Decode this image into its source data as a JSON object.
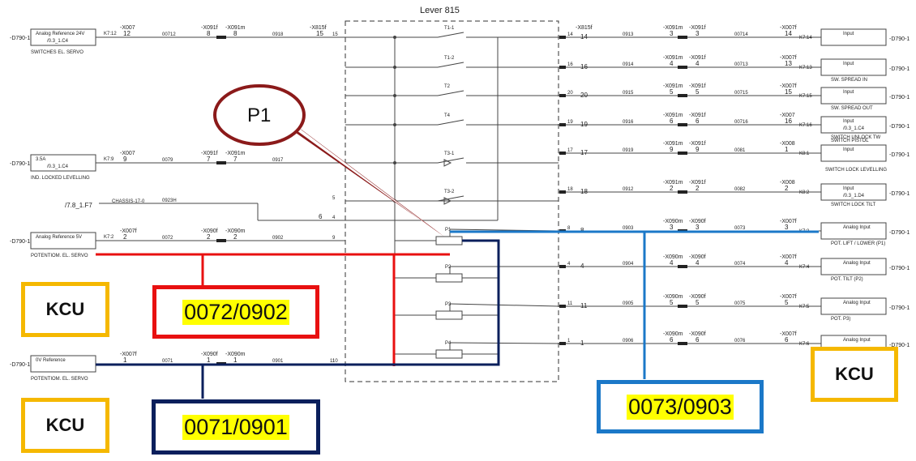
{
  "lever_title": "Lever 815",
  "callout": {
    "label": "P1",
    "color": "#8b1a1a"
  },
  "colors": {
    "red": "#e81010",
    "navy": "#0a1f5c",
    "blue": "#1b78c8",
    "yellow_box": "#f5b800",
    "highlight": "#ffff00"
  },
  "overlays": {
    "kcu_top": "KCU",
    "kcu_bottom": "KCU",
    "kcu_right": "KCU",
    "code_red": "0072/0902",
    "code_navy": "0071/0901",
    "code_blue": "0073/0903"
  },
  "left": [
    {
      "ref": "-D790-1",
      "box": [
        "Analog Reference 24V",
        "/0.3_1.C4"
      ],
      "label": "SWITCHES EL. SERVO",
      "pin": "K7:12",
      "c1": "-X007",
      "p1": "12",
      "w1": "00712",
      "c2": "-X091f",
      "p2": "8",
      "c3": "-X091m",
      "p3": "8",
      "w2": "0918",
      "c4": "-X815f",
      "p4": "15",
      "pin2": "15"
    },
    {
      "ref": "-D790-1",
      "box": [
        "3.5A",
        "/0.3_1.C4"
      ],
      "label": "IND. LOCKED LEVELLING",
      "pin": "K7:9",
      "c1": "-X007",
      "p1": "9",
      "w1": "0079",
      "c2": "-X091f",
      "p2": "7",
      "c3": "-X091m",
      "p3": "7",
      "w2": "0917"
    },
    {
      "ref": "-D790-1",
      "box": [
        "Analog Reference 5V",
        ""
      ],
      "label": "POTENTIOM. EL. SERVO",
      "pin": "K7:2",
      "c1": "-X007f",
      "p1": "2",
      "w1": "0072",
      "c2": "-X090f",
      "p2": "2",
      "c3": "-X090m",
      "p3": "2",
      "w2": "0902",
      "pin2": "9"
    },
    {
      "ref": "-D790-1",
      "box": [
        "0V Reference",
        ""
      ],
      "label": "POTENTIOM. EL. SERVO",
      "c1": "-X007f",
      "p1": "1",
      "w1": "0071",
      "c2": "-X090f",
      "p2": "1",
      "c3": "-X090m",
      "p3": "1",
      "w2": "0901",
      "pin2": "10",
      "pin3": "11"
    }
  ],
  "chassis": {
    "ref": "/7.8_1.F7",
    "label": "CHASSIS-17-0",
    "wire": "0923H",
    "pin": "6",
    "pin2": "4",
    "pin5": "5"
  },
  "switches": [
    "T1-1",
    "T1-2",
    "T2",
    "T4",
    "T3-1",
    "T3-2"
  ],
  "pots": [
    "P1",
    "P2",
    "P3",
    "P4"
  ],
  "right": [
    {
      "pin": "14",
      "x815": "-X815f",
      "pin_b": "14",
      "w1": "0913",
      "c2": "-X091m",
      "p2": "3",
      "c3": "-X091f",
      "p3": "3",
      "w2": "00714",
      "c4": "-X007f",
      "p4": "14",
      "k": "K7:14",
      "box": [
        "Input",
        ""
      ],
      "label": "",
      "ref": "-D790-1"
    },
    {
      "pin": "16",
      "pin_b": "16",
      "w1": "0914",
      "c2": "-X091m",
      "p2": "4",
      "c3": "-X091f",
      "p3": "4",
      "w2": "00713",
      "c4": "-X007f",
      "p4": "13",
      "k": "K7:13",
      "box": [
        "Input",
        ""
      ],
      "label": "SW. SPREAD IN",
      "ref": "-D790-1"
    },
    {
      "pin": "20",
      "pin_b": "20",
      "w1": "0915",
      "c2": "-X091m",
      "p2": "5",
      "c3": "-X091f",
      "p3": "5",
      "w2": "00715",
      "c4": "-X007f",
      "p4": "15",
      "k": "K7:15",
      "box": [
        "Input",
        ""
      ],
      "label": "SW. SPREAD OUT",
      "ref": "-D790-1"
    },
    {
      "pin": "19",
      "pin_b": "19",
      "w1": "0916",
      "c2": "-X091m",
      "p2": "6",
      "c3": "-X091f",
      "p3": "6",
      "w2": "00716",
      "c4": "-X007",
      "p4": "16",
      "k": "K7:16",
      "box": [
        "Input",
        "/0.3_1.C4"
      ],
      "label": "SWITCH UNLOCK TW",
      "ref": "-D790-1"
    },
    {
      "pin": "17",
      "pin_b": "17",
      "w1": "0919",
      "c2": "-X091m",
      "p2": "9",
      "c3": "-X091f",
      "p3": "9",
      "w2": "0081",
      "c4": "-X008",
      "p4": "1",
      "k": "K8:1",
      "box": [
        "Input",
        ""
      ],
      "label": "SWITCH PISTOL",
      "label2": "SWITCH LOCK LEVELLING",
      "ref": "-D790-1"
    },
    {
      "pin": "18",
      "pin_b": "18",
      "w1": "0912",
      "c2": "-X091m",
      "p2": "2",
      "c3": "-X091f",
      "p3": "2",
      "w2": "0082",
      "c4": "-X008",
      "p4": "2",
      "k": "K8:2",
      "box": [
        "Input",
        "/0.3_1.D4"
      ],
      "label": "SWITCH LOCK TILT",
      "ref": "-D790-1"
    },
    {
      "pin": "8",
      "pin_b": "8",
      "w1": "0903",
      "c2": "-X090m",
      "p2": "3",
      "c3": "-X090f",
      "p3": "3",
      "w2": "0073",
      "c4": "-X007f",
      "p4": "3",
      "k": "K7:3",
      "box": [
        "Analog Input",
        ""
      ],
      "label": "POT. LIFT / LOWER (P1)",
      "ref": "-D790-1"
    },
    {
      "pin": "4",
      "pin_b": "4",
      "w1": "0904",
      "c2": "-X090m",
      "p2": "4",
      "c3": "-X090f",
      "p3": "4",
      "w2": "0074",
      "c4": "-X007f",
      "p4": "4",
      "k": "K7:4",
      "box": [
        "Analog Input",
        ""
      ],
      "label": "POT. TILT (P2)",
      "ref": "-D790-1"
    },
    {
      "pin": "11",
      "pin_b": "11",
      "w1": "0905",
      "c2": "-X090m",
      "p2": "5",
      "c3": "-X090f",
      "p3": "5",
      "w2": "0075",
      "c4": "-X007f",
      "p4": "5",
      "k": "K7:5",
      "box": [
        "Analog Input",
        ""
      ],
      "label": "POT. P3)",
      "ref": "-D790-1"
    },
    {
      "pin": "1",
      "pin_b": "1",
      "w1": "0906",
      "c2": "-X090m",
      "p2": "6",
      "c3": "-X090f",
      "p3": "6",
      "w2": "0076",
      "c4": "-X007f",
      "p4": "6",
      "k": "K7:6",
      "box": [
        "Analog Input",
        ""
      ],
      "label": "",
      "ref": "-D790-1"
    }
  ]
}
